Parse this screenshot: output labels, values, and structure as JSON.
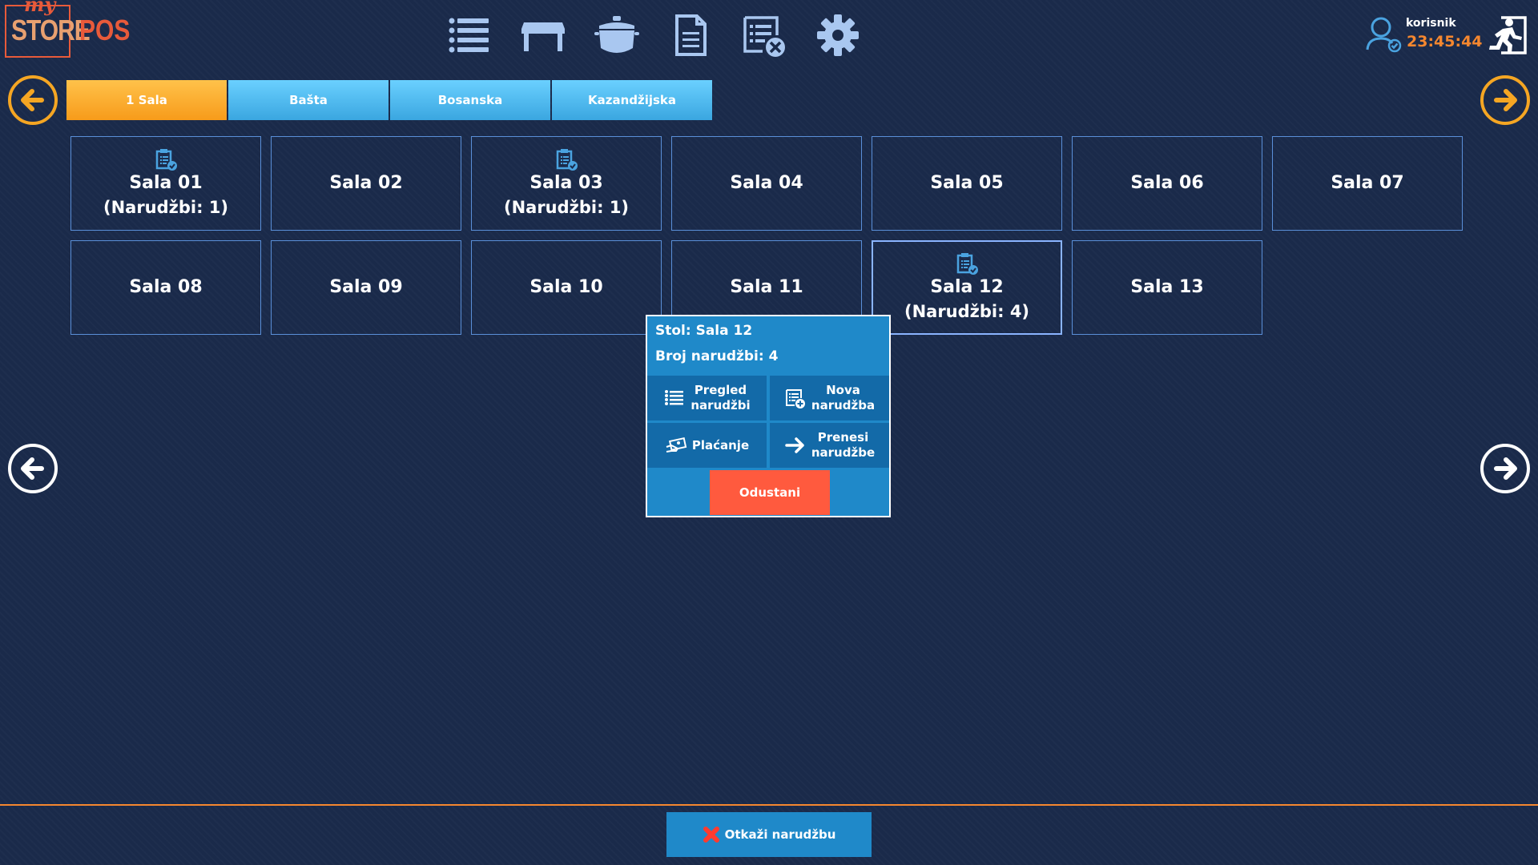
{
  "logo": {
    "my": "my",
    "store": "STORE",
    "pos": "POS"
  },
  "topnav": [
    {
      "name": "list-icon"
    },
    {
      "name": "table-icon"
    },
    {
      "name": "pot-icon"
    },
    {
      "name": "document-icon"
    },
    {
      "name": "cancel-document-icon"
    },
    {
      "name": "gear-icon"
    }
  ],
  "user": {
    "name": "korisnik",
    "time": "23:45:44"
  },
  "tabs": [
    {
      "label": "1 Sala",
      "active": true
    },
    {
      "label": "Bašta",
      "active": false
    },
    {
      "label": "Bosanska",
      "active": false
    },
    {
      "label": "Kazandžijska",
      "active": false
    }
  ],
  "tables": [
    {
      "name": "Sala 01",
      "orders": "(Narudžbi: 1)"
    },
    {
      "name": "Sala 02",
      "orders": ""
    },
    {
      "name": "Sala 03",
      "orders": "(Narudžbi: 1)"
    },
    {
      "name": "Sala 04",
      "orders": ""
    },
    {
      "name": "Sala 05",
      "orders": ""
    },
    {
      "name": "Sala 06",
      "orders": ""
    },
    {
      "name": "Sala 07",
      "orders": ""
    },
    {
      "name": "Sala 08",
      "orders": ""
    },
    {
      "name": "Sala 09",
      "orders": ""
    },
    {
      "name": "Sala 10",
      "orders": ""
    },
    {
      "name": "Sala 11",
      "orders": ""
    },
    {
      "name": "Sala 12",
      "orders": "(Narudžbi: 4)"
    },
    {
      "name": "Sala 13",
      "orders": ""
    }
  ],
  "popup": {
    "table_line": "Stol: Sala 12",
    "count_line": "Broj narudžbi: 4",
    "view_orders_line1": "Pregled",
    "view_orders_line2": "narudžbi",
    "new_order_line1": "Nova",
    "new_order_line2": "narudžba",
    "payment": "Plaćanje",
    "transfer_line1": "Prenesi",
    "transfer_line2": "narudžbe",
    "cancel": "Odustani"
  },
  "bottom": {
    "cancel_order": "Otkaži narudžbu"
  },
  "colors": {
    "accent_orange": "#f5872f",
    "tab_active": "#f79b1a",
    "tab_blue": "#3aa6e0",
    "cancel_red": "#ff5a3e",
    "popup_blue": "#1f89c9"
  }
}
